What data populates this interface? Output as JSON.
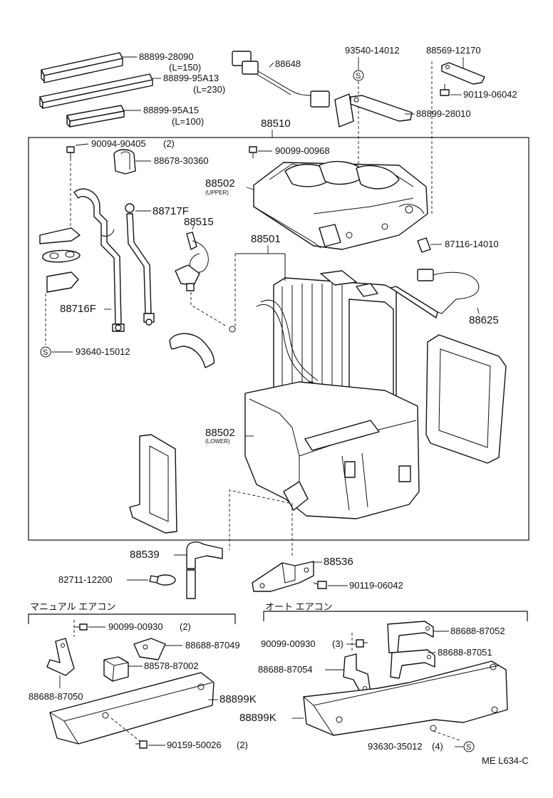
{
  "labels": {
    "seal_150_part": "88899-28090",
    "seal_150_len": "(L=150)",
    "seal_230_part": "88899-95A13",
    "seal_230_len": "(L=230)",
    "seal_100_part": "88899-95A15",
    "seal_100_len": "(L=100)",
    "harness_top": "88648",
    "bracket_top_screw": "93540-14012",
    "bracket_top_right": "88569-12170",
    "bolt_top_right": "90119-06042",
    "plate_top": "88899-28010",
    "case_assy": "88510",
    "screw_clamp": "90094-90405",
    "screw_clamp_qty": "(2)",
    "screw_case": "90099-00968",
    "clamp": "88678-30360",
    "case_upper": "88502",
    "case_upper_sub": "(UPPER)",
    "tube_f": "88717F",
    "sensor": "88515",
    "evaporator": "88501",
    "clip": "87116-14010",
    "thermistor": "88625",
    "tube_716f": "88716F",
    "seal_screw": "93640-15012",
    "case_lower": "88502",
    "case_lower_sub": "(LOWER)",
    "drain_hose": "88539",
    "clamp_ring": "82711-12200",
    "bracket_drain": "88536",
    "bolt_drain": "90119-06042",
    "section_manual": "マニュアル エアコン",
    "section_auto": "オート エアコン",
    "m_screw": "90099-00930",
    "m_screw_qty": "(2)",
    "m_bracket_a": "88688-87049",
    "m_block": "88578-87002",
    "m_bracket_b": "88688-87050",
    "m_cover": "88899K",
    "m_screw_bottom": "90159-50026",
    "m_screw_bottom_qty": "(2)",
    "a_screw": "90099-00930",
    "a_screw_qty": "(3)",
    "a_bracket_a": "88688-87052",
    "a_bracket_b": "88688-87051",
    "a_bracket_c": "88688-87054",
    "a_cover": "88899K",
    "a_screw_bottom": "93630-35012",
    "a_screw_bottom_qty": "(4)",
    "s_mark": "S",
    "drawing_code": "ME L634-C"
  }
}
